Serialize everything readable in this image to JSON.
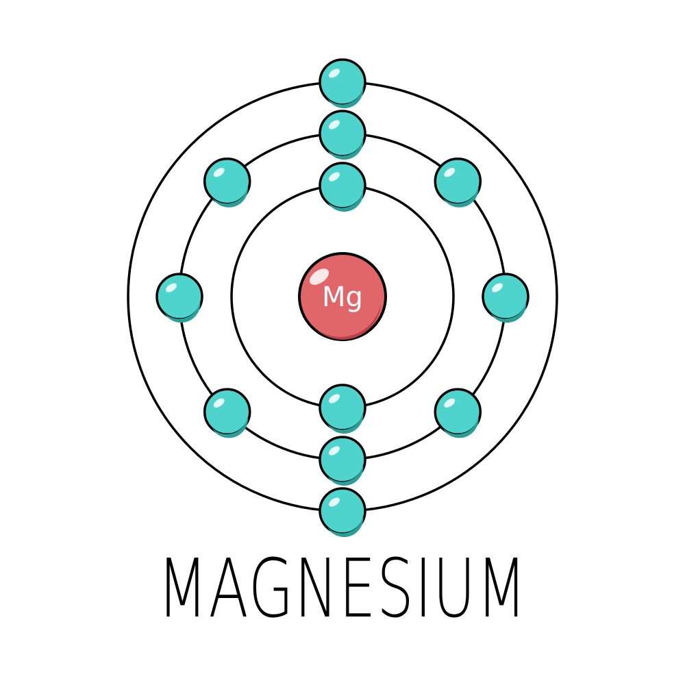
{
  "element": {
    "symbol": "Mg",
    "name": "MAGNESIUM"
  },
  "shells": [
    {
      "shell": 1,
      "electrons": 2
    },
    {
      "shell": 2,
      "electrons": 8
    },
    {
      "shell": 3,
      "electrons": 2
    }
  ],
  "colors": {
    "electron": "#4fd3cd",
    "electron_shadow": "#2a9f9a",
    "nucleus": "#e0666a",
    "nucleus_shadow": "#b84247",
    "line": "#000000"
  },
  "stock_id": "565407384"
}
